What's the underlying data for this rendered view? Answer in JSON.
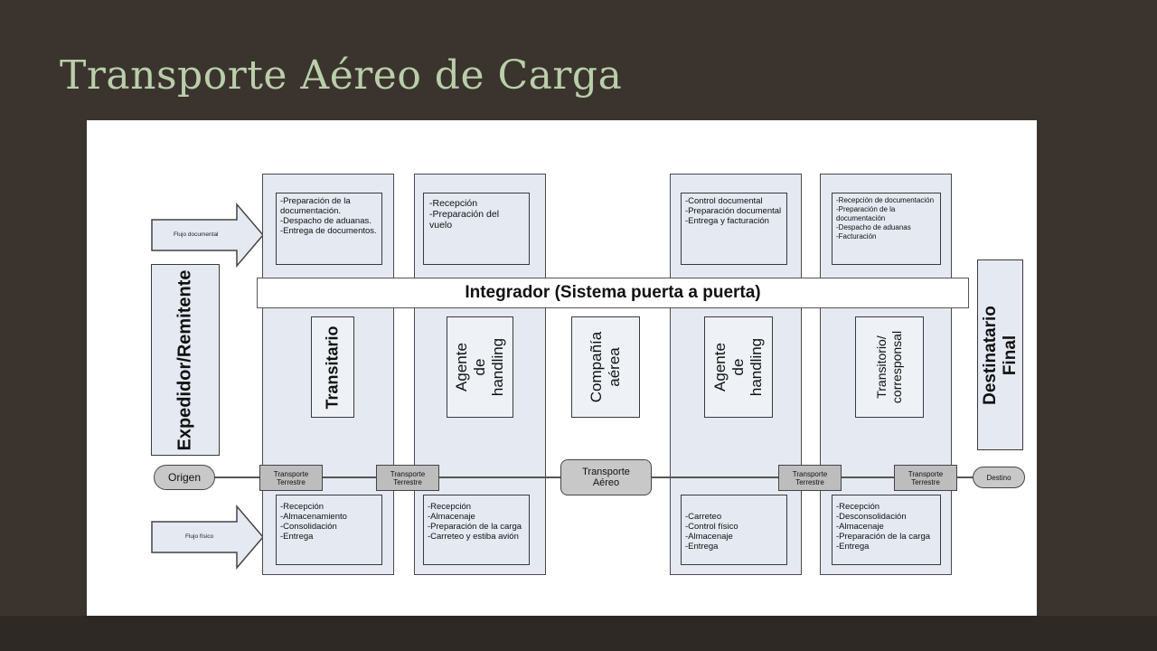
{
  "slide": {
    "title": "Transporte Aéreo de Carga"
  },
  "diagram": {
    "integrador": "Integrador (Sistema puerta a puerta)",
    "left_entity": "Expedidor/Remitente",
    "right_entity": "Destinatario Final",
    "flujo_documental": "Flujo documental",
    "flujo_fisico": "Flujo físico",
    "origen": "Origen",
    "destino": "Destino",
    "transporte_aereo": "Transporte\nAéreo",
    "transporte_terrestre": "Transporte\nTerrestre",
    "columns": [
      {
        "name": "Transitario",
        "top_text": "-Preparación de la documentación.\n-Despacho de aduanas.\n-Entrega de documentos.",
        "bottom_text": "-Recepción\n-Almacenamiento\n-Consolidación\n-Entrega"
      },
      {
        "name": "Agente de\nhandling",
        "top_text": "-Recepción\n-Preparación del vuelo",
        "bottom_text": "-Recepción\n-Almacenaje\n-Preparación de la carga\n-Carreteo y estiba avión"
      },
      {
        "name": "Compañía\naérea"
      },
      {
        "name": "Agente de\nhandling",
        "top_text": "-Control documental\n-Preparación documental\n-Entrega y facturación",
        "bottom_text": "-Carreteo\n-Control físico\n-Almacenaje\n-Entrega"
      },
      {
        "name": "Transitorio/\ncorresponsal",
        "top_text": "-Recepción de documentación\n-Preparación de la documentación\n-Despacho de aduanas\n-Facturación",
        "bottom_text": "-Recepción\n-Desconsolidación\n-Almacenaje\n-Preparación de la carga\n-Entrega"
      }
    ]
  }
}
